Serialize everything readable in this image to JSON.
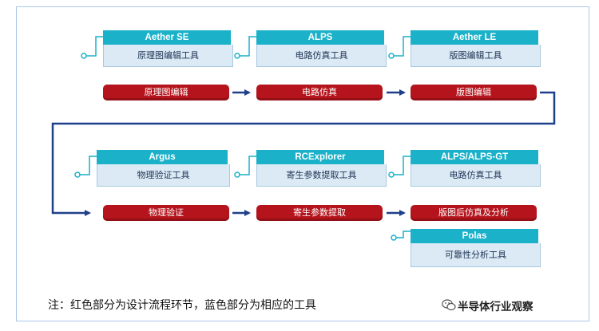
{
  "tools": {
    "aether_se": {
      "name": "Aether SE",
      "desc": "原理图编辑工具"
    },
    "alps": {
      "name": "ALPS",
      "desc": "电路仿真工具"
    },
    "aether_le": {
      "name": "Aether LE",
      "desc": "版图编辑工具"
    },
    "argus": {
      "name": "Argus",
      "desc": "物理验证工具"
    },
    "rcexplorer": {
      "name": "RCExplorer",
      "desc": "寄生参数提取工具"
    },
    "alps_gt": {
      "name": "ALPS/ALPS-GT",
      "desc": "电路仿真工具"
    },
    "polas": {
      "name": "Polas",
      "desc": "可靠性分析工具"
    }
  },
  "steps": {
    "schematic": "原理图编辑",
    "circuit_sim": "电路仿真",
    "layout_edit": "版图编辑",
    "physical_verify": "物理验证",
    "parasitic": "寄生参数提取",
    "post_layout": "版图后仿真及分析"
  },
  "note": "注：红色部分为设计流程环节，蓝色部分为相应的工具",
  "watermark": "半导体行业观察",
  "colors": {
    "step_red": "#b5141c",
    "tool_header": "#1ab1c9",
    "tool_body": "#dbeaf5",
    "flow_arrow": "#1e3f8a"
  }
}
